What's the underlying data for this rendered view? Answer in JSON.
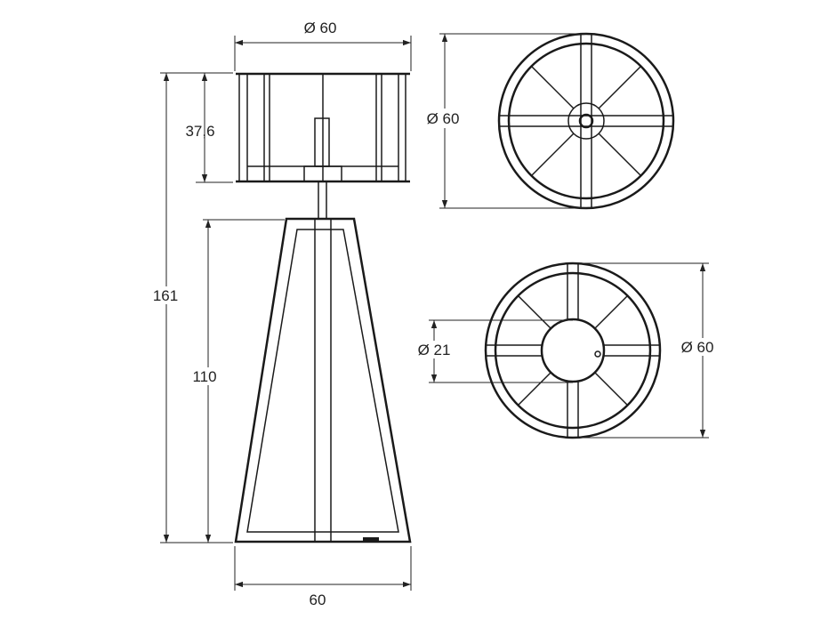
{
  "dimensions": {
    "shade_diameter": "Ø 60",
    "shade_height": "37,6",
    "total_height": "161",
    "base_height": "110",
    "base_width": "60",
    "top_view_diameter": "Ø 60",
    "bottom_view_inner_diameter": "Ø 21",
    "bottom_view_diameter": "Ø 60"
  },
  "colors": {
    "line": "#1a1a1a",
    "background": "#ffffff"
  }
}
